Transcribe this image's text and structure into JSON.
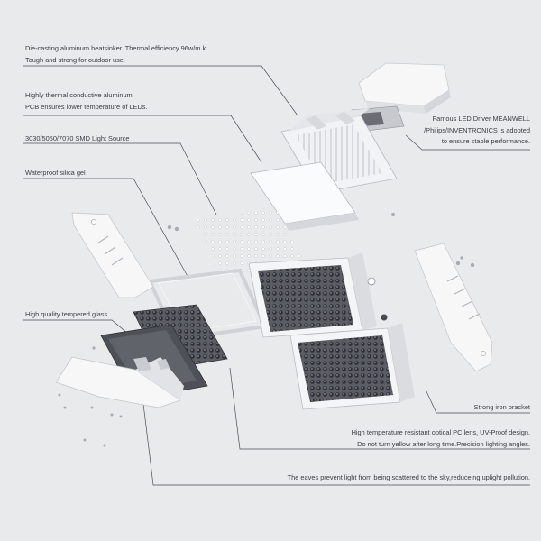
{
  "callouts": {
    "heatsink": {
      "line1": "Die-casting aluminum heatsinker. Thermal efficiency 96w/m.k.",
      "line2": "Tough and strong for outdoor use."
    },
    "pcb": {
      "line1": "Highly thermal conductive aluminum",
      "line2": "PCB ensures lower temperature of LEDs."
    },
    "led": {
      "line1": "3030/5050/7070 SMD Light Source"
    },
    "gel": {
      "line1": "Waterproof silica gel"
    },
    "glass": {
      "line1": "High quality tempered glass"
    },
    "driver": {
      "line1": "Famous LED Driver MEANWELL",
      "line2": "/Philips/INVENTRONICS is adopted",
      "line3": "to ensure stable performance."
    },
    "bracket": {
      "line1": "Strong iron bracket"
    },
    "lens": {
      "line1": "High temperature resistant optical PC lens, UV-Proof design.",
      "line2": "Do not turn yellow after long time.Precision lighting angles."
    },
    "eaves": {
      "line1": "The eaves prevent light from being scattered to the sky,reduceing uplight pollution."
    }
  },
  "colors": {
    "background": "#e9eaec",
    "text": "#3a3d44",
    "leader": "#4b4e55",
    "housing": "#f7f7f8",
    "lens_dark": "#4d5057"
  }
}
